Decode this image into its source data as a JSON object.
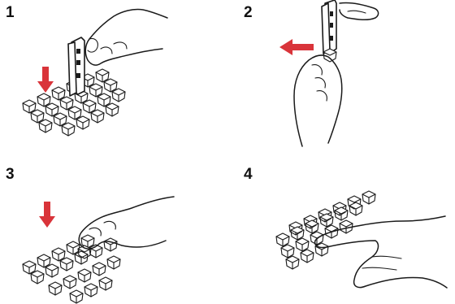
{
  "steps": [
    {
      "number": "1",
      "arrow_direction": "down",
      "action": "insert-key-puller"
    },
    {
      "number": "2",
      "arrow_direction": "left",
      "action": "remove-keycap-from-puller"
    },
    {
      "number": "3",
      "arrow_direction": "down",
      "action": "press-keycap-into-place"
    },
    {
      "number": "4",
      "arrow_direction": "none",
      "action": "check-keycap"
    }
  ],
  "colors": {
    "arrow": "#d9343a",
    "ink": "#1a1a1a",
    "background": "#ffffff"
  }
}
